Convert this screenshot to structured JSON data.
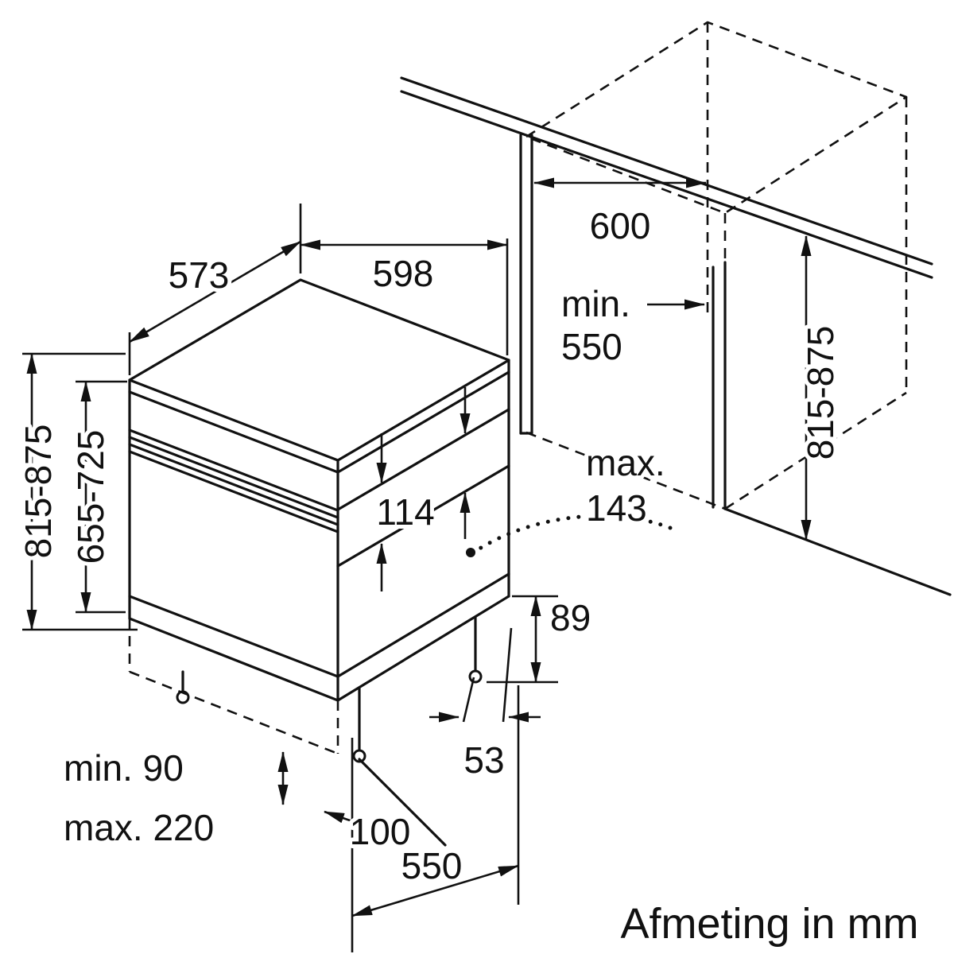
{
  "caption": "Afmeting in mm",
  "labels": {
    "depth_573": "573",
    "width_598": "598",
    "niche_600": "600",
    "niche_min_word": "min.",
    "niche_min_value": "550",
    "niche_height": "815-875",
    "total_height": "815-875",
    "body_height": "655-725",
    "panel_114": "114",
    "door_max_word": "max.",
    "door_max_value": "143",
    "base_89": "89",
    "offset_53": "53",
    "plinth_min": "min. 90",
    "plinth_max": "max. 220",
    "foot_100": "100",
    "floor_550": "550"
  },
  "colors": {
    "line": "#111111",
    "background": "#ffffff"
  }
}
